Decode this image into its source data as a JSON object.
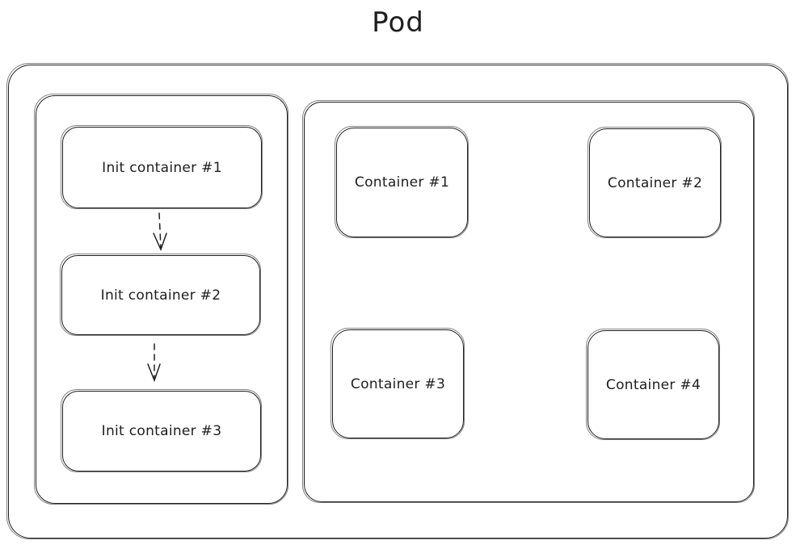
{
  "diagram": {
    "title": "Pod",
    "init_containers": [
      {
        "label": "Init container #1"
      },
      {
        "label": "Init container #2"
      },
      {
        "label": "Init container #3"
      }
    ],
    "containers": [
      {
        "label": "Container #1"
      },
      {
        "label": "Container #2"
      },
      {
        "label": "Container #3"
      },
      {
        "label": "Container #4"
      }
    ],
    "edges": [
      {
        "from": "Init container #1",
        "to": "Init container #2",
        "style": "dashed"
      },
      {
        "from": "Init container #2",
        "to": "Init container #3",
        "style": "dashed"
      }
    ],
    "stroke_color": "#1e1e1e",
    "background_color": "#ffffff"
  }
}
